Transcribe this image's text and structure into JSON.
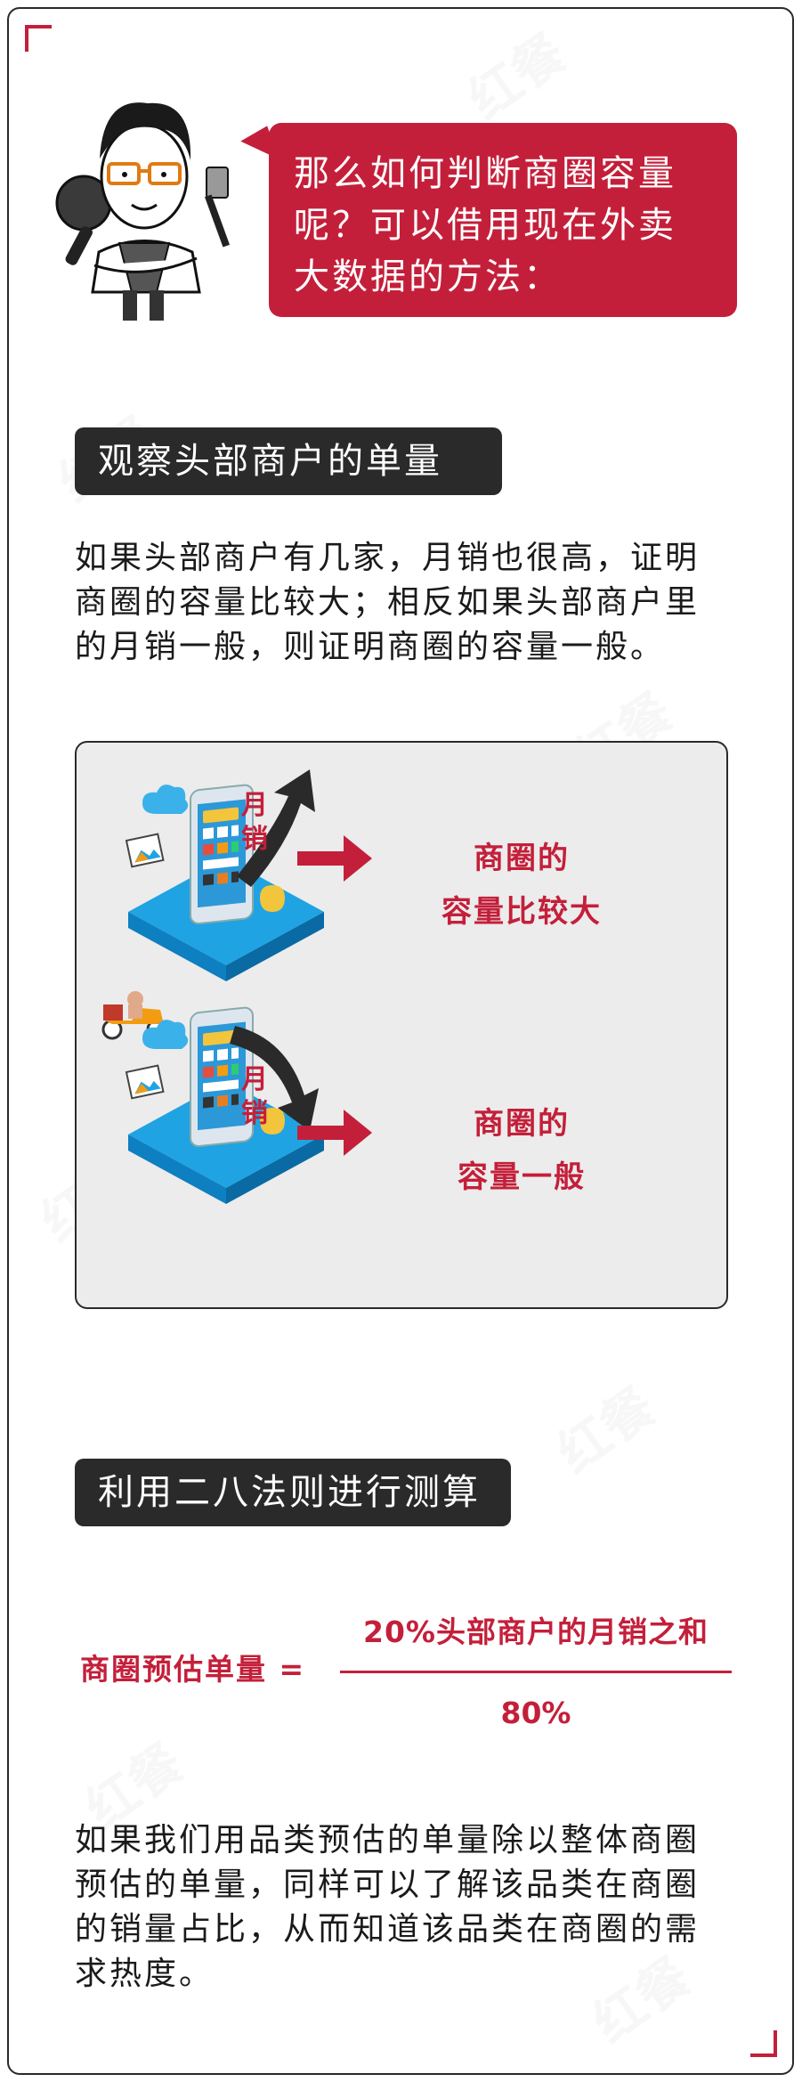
{
  "bubble": {
    "lines": [
      "那么如何判断商圈容量",
      "呢？可以借用现在外卖",
      "大数据的方法："
    ]
  },
  "watermark_text": "红餐",
  "section1": {
    "label": "观察头部商户的单量",
    "paragraph": [
      "如果头部商户有几家，月销也很高，证明",
      "商圈的容量比较大；相反如果头部商户里",
      "的月销一般，则证明商圈的容量一般。"
    ]
  },
  "illustration": {
    "top_side_label": [
      "月",
      "销"
    ],
    "top_result": [
      "商圈的",
      "容量比较大"
    ],
    "bottom_side_label": [
      "月",
      "销"
    ],
    "bottom_result": [
      "商圈的",
      "容量一般"
    ],
    "icons": [
      "cloud-icon",
      "photo-icon",
      "smartphone-icon",
      "location-pin-icon",
      "delivery-scooter-icon",
      "trend-up-arrow-icon",
      "trend-down-arrow-icon",
      "right-arrow-icon"
    ],
    "colors": {
      "accent": "#c41f3a",
      "platform": "#1fa3e3",
      "arrow": "#2a2a2a"
    }
  },
  "section2": {
    "label": "利用二八法则进行测算",
    "formula_left": "商圈预估单量 =",
    "formula_numerator": "20%头部商户的月销之和",
    "formula_denominator": "80%",
    "paragraph": [
      "如果我们用品类预估的单量除以整体商圈",
      "预估的单量，同样可以了解该品类在商圈",
      "的销量占比，从而知道该品类在商圈的需",
      "求热度。"
    ]
  }
}
